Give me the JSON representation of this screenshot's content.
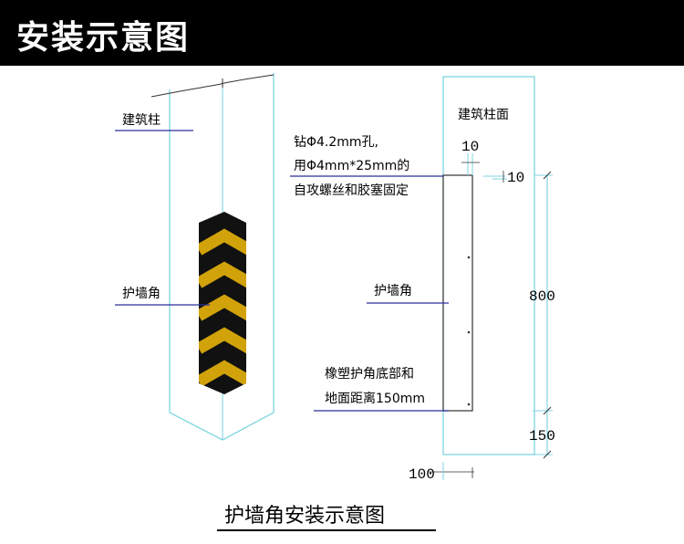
{
  "header": {
    "title": "安装示意图"
  },
  "left_view": {
    "column_label": "建筑柱",
    "guard_label": "护墙角"
  },
  "right_view": {
    "column_label": "建筑柱面",
    "drill_note": [
      "钻Φ4.2mm孔,",
      "用Φ4mm*25mm的",
      "自攻螺丝和胶塞固定"
    ],
    "guard_label": "护墙角",
    "gap_note": [
      "橡塑护角底部和",
      "地面距离150mm"
    ],
    "dimensions": {
      "top_offset": "10",
      "side_offset": "10",
      "height": "800",
      "ground_gap": "150",
      "width": "100"
    }
  },
  "caption": "护墙角安装示意图",
  "colors": {
    "header_bg": "#000000",
    "cyan_line": "#7fd6e0",
    "blue_line": "#2a2f9c",
    "hazard_yellow": "#d1a20a",
    "hazard_black": "#111111"
  }
}
